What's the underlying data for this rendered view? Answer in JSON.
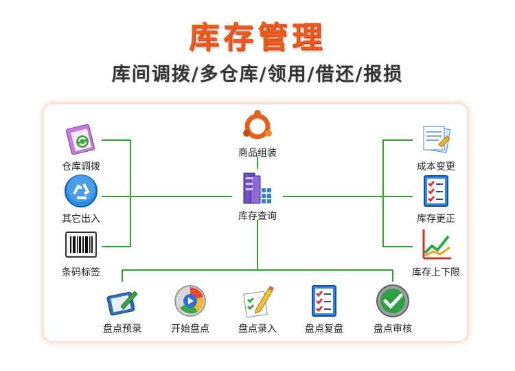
{
  "header": {
    "title": "库存管理",
    "subtitle": "库间调拨/多仓库/领用/借还/报损"
  },
  "colors": {
    "accent": "#ee5a1c",
    "connector": "#2aa52a"
  },
  "center": {
    "top_label": "商品组装",
    "hub_label": "库存查询"
  },
  "left": [
    "仓库调拨",
    "其它出入",
    "条码标签"
  ],
  "right": [
    "成本变更",
    "库存更正",
    "库存上下限"
  ],
  "bottom": [
    "盘点预录",
    "开始盘点",
    "盘点录入",
    "盘点复盘",
    "盘点审核"
  ]
}
